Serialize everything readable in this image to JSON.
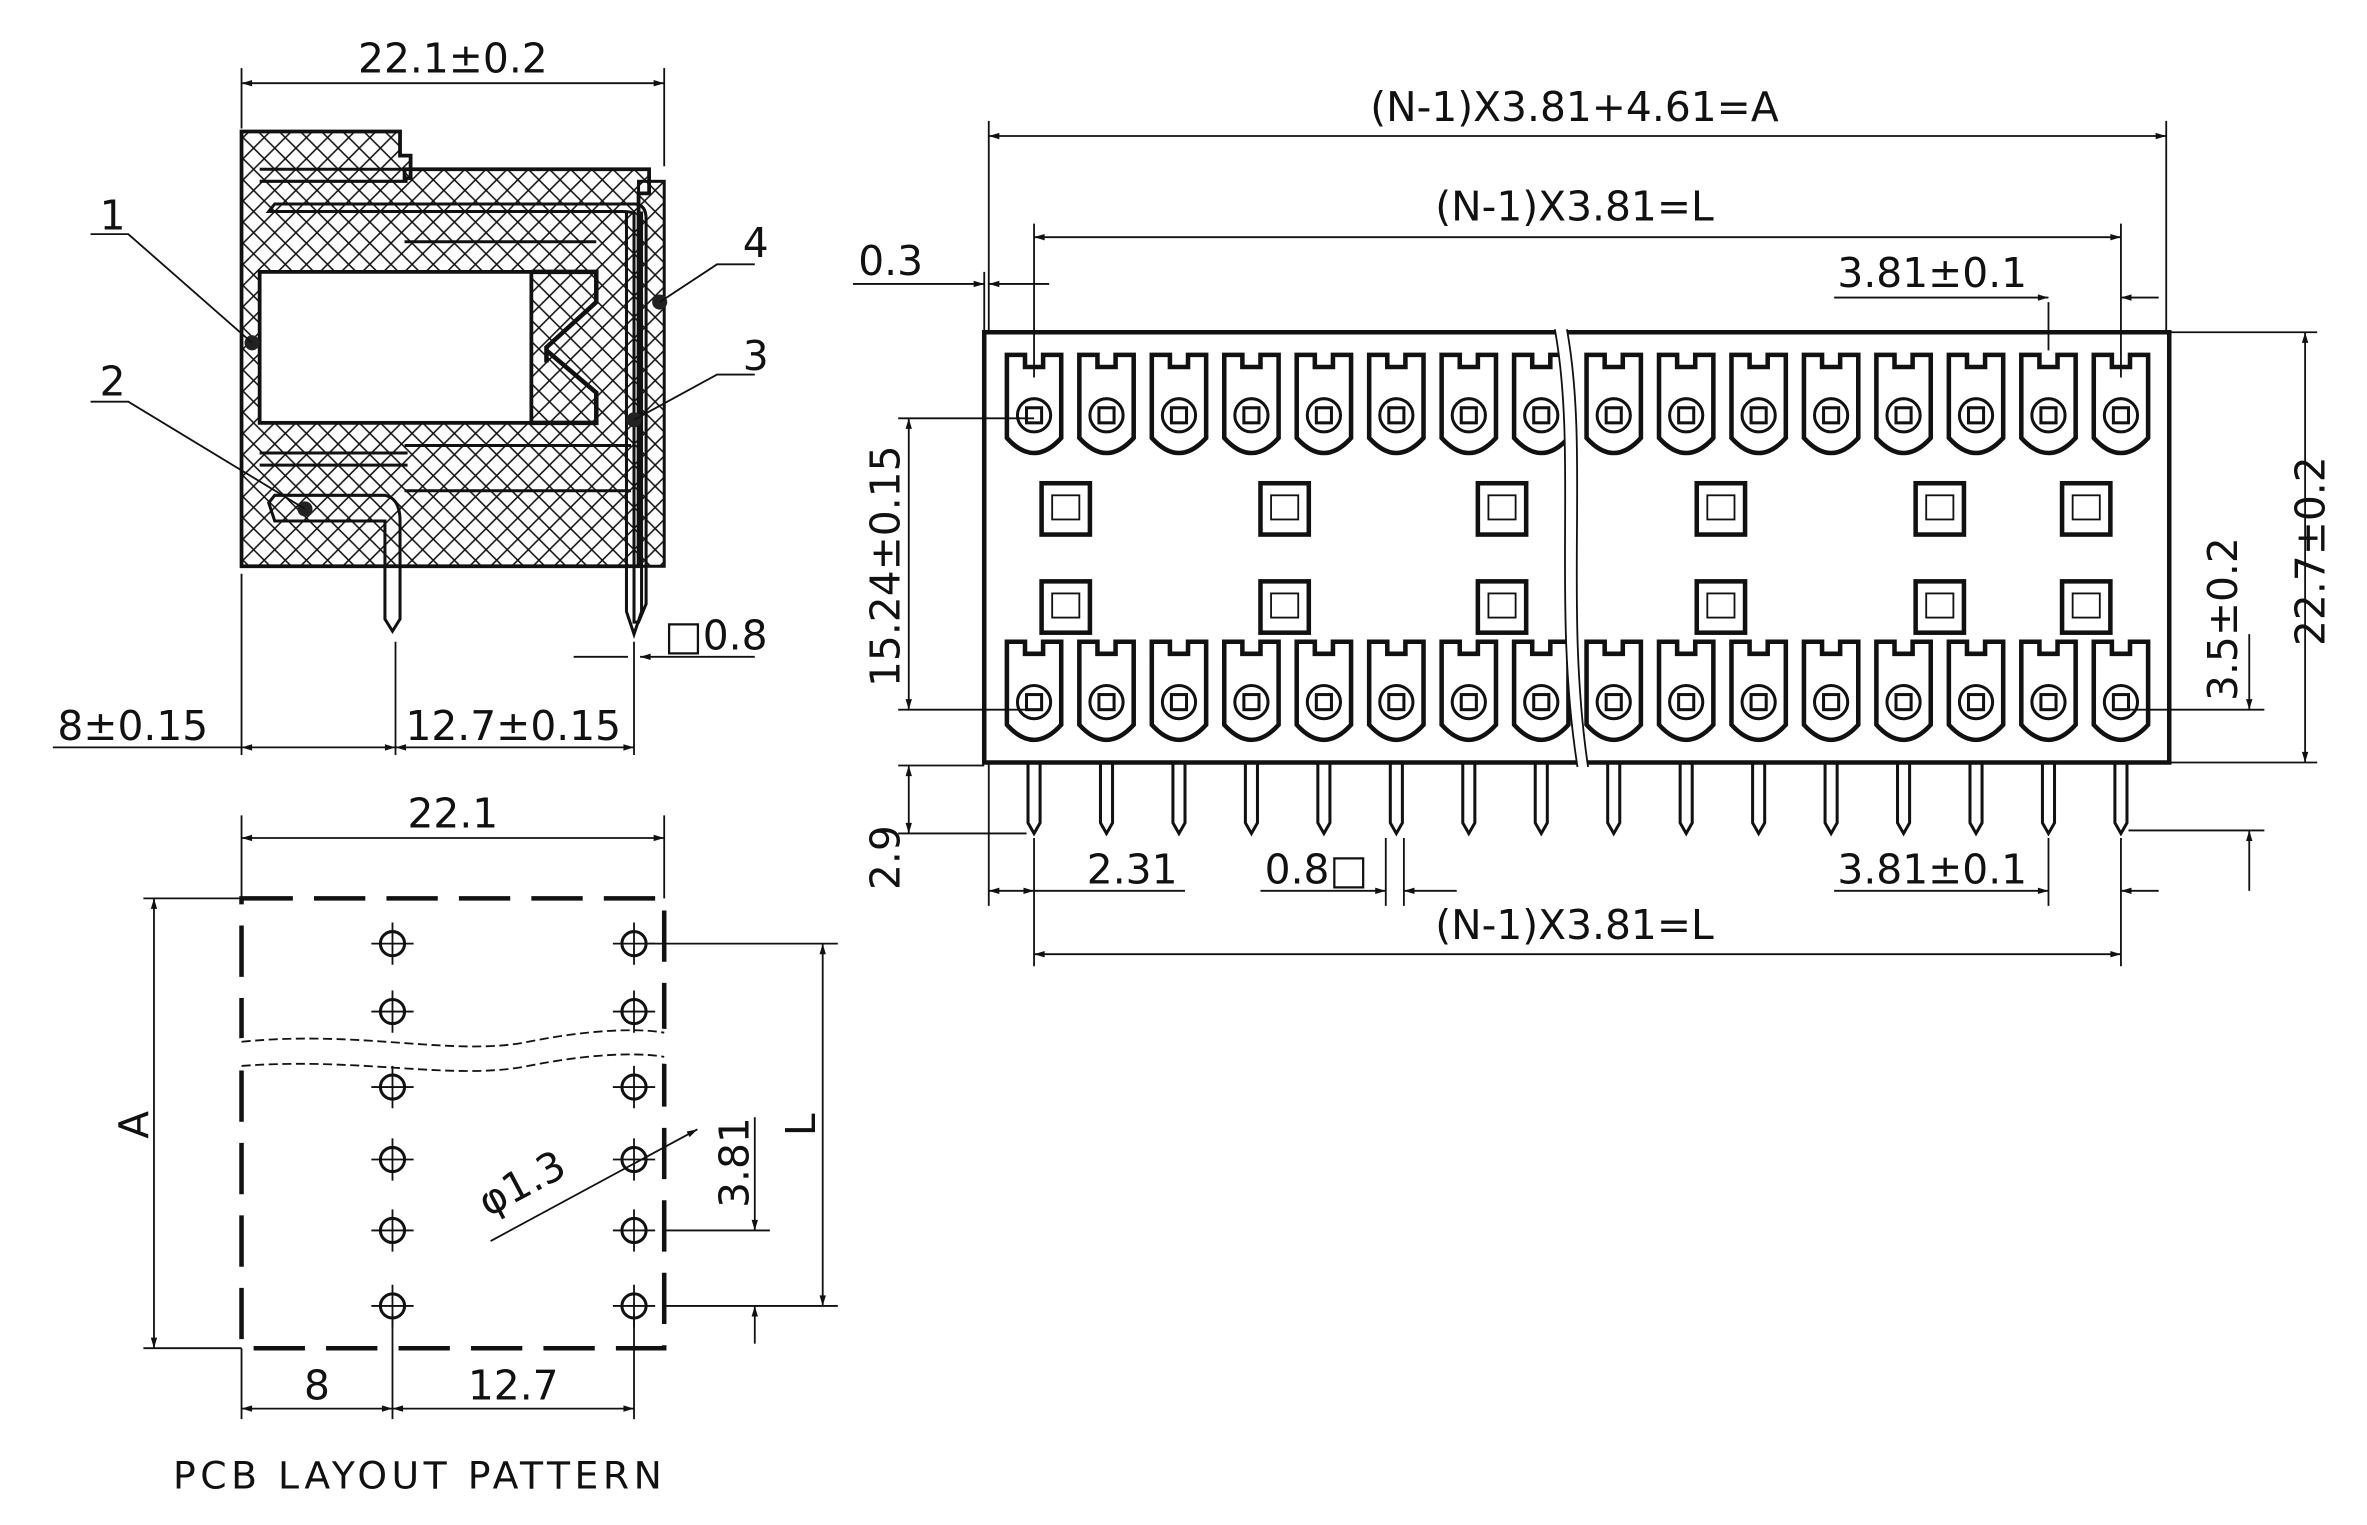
{
  "side_view": {
    "width_dim": "22.1±0.2",
    "left_dim": "8±0.15",
    "right_dim": "12.7±0.15",
    "pin_dim": "□0.8",
    "callouts": [
      "1",
      "2",
      "3",
      "4"
    ]
  },
  "pcb_layout": {
    "width_dim": "22.1",
    "height_label": "A",
    "pitch_span_label": "L",
    "pitch_dim": "3.81",
    "hole_dim": "φ1.3",
    "left_dim": "8",
    "right_dim": "12.7",
    "caption": "PCB LAYOUT PATTERN"
  },
  "front_view": {
    "overall_dim": "(N-1)X3.81+4.61=A",
    "span_dim_top": "(N-1)X3.81=L",
    "offset_dim": "0.3",
    "pitch_dim_top": "3.81±0.1",
    "row_spacing_dim": "15.24±0.15",
    "height_dim": "22.7±0.2",
    "pin_offset_dim": "3.5±0.2",
    "pin_length_dim": "2.9",
    "edge_dim": "2.31",
    "pin_size_dim": "0.8□",
    "pitch_dim_bottom": "3.81±0.1",
    "span_dim_bottom": "(N-1)X3.81=L",
    "terminals_per_row": 16
  }
}
